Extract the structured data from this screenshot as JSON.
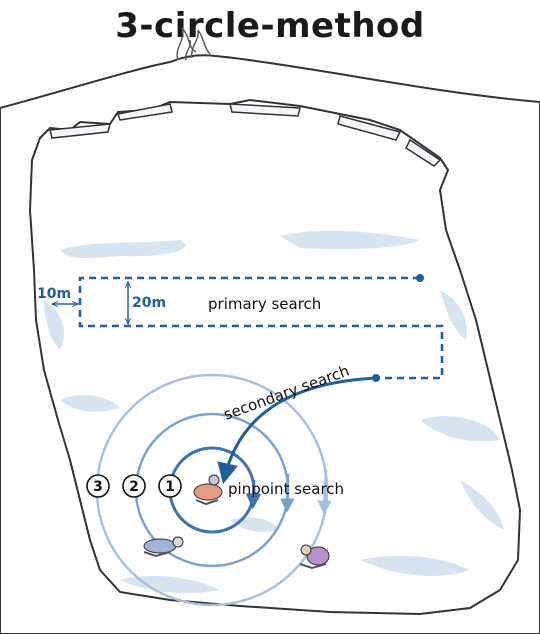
{
  "title": "3-circle-method",
  "labels": {
    "primary_width": "10m",
    "primary_spacing": "20m",
    "primary": "primary search",
    "secondary": "secondary search",
    "pinpoint": "pinpoint search",
    "circle_3": "3",
    "circle_2": "2",
    "circle_1": "1"
  },
  "colors": {
    "route": "#1f5f9c",
    "circle_inner": "#3b73b0",
    "circle_mid": "#7a9fcb",
    "circle_outer": "#a7bfdc",
    "snow_shadow": "#c9dbea",
    "outline": "#333333"
  }
}
